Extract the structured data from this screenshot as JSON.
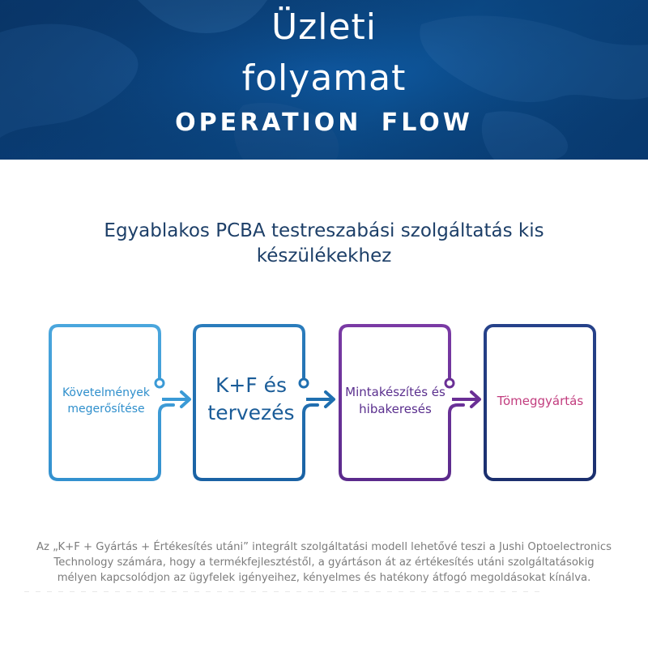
{
  "header": {
    "title_line1": "Üzleti",
    "title_line2": "folyamat",
    "title_english": "OPERATION  FLOW"
  },
  "subtitle": "Egyablakos PCBA testreszabási szolgáltatás kis készülékekhez",
  "steps": [
    {
      "label": "Követelmények megerősítése",
      "color": "#3a9ad6"
    },
    {
      "label": "K+F és tervezés",
      "color": "#1f6fb0"
    },
    {
      "label": "Mintakészítés és hibakeresés",
      "color": "#6a2f95"
    },
    {
      "label": "Tömeggyártás",
      "color": "#1f3a7a"
    }
  ],
  "footer_text": "Az „K+F + Gyártás + Értékesítés utáni” integrált szolgáltatási modell lehetővé teszi a Jushi Optoelectronics Technology számára, hogy a termékfejlesztéstől, a gyártáson át az értékesítés utáni szolgáltatásokig mélyen kapcsolódjon az ügyfelek igényeihez, kényelmes és hatékony átfogó megoldásokat kínálva."
}
